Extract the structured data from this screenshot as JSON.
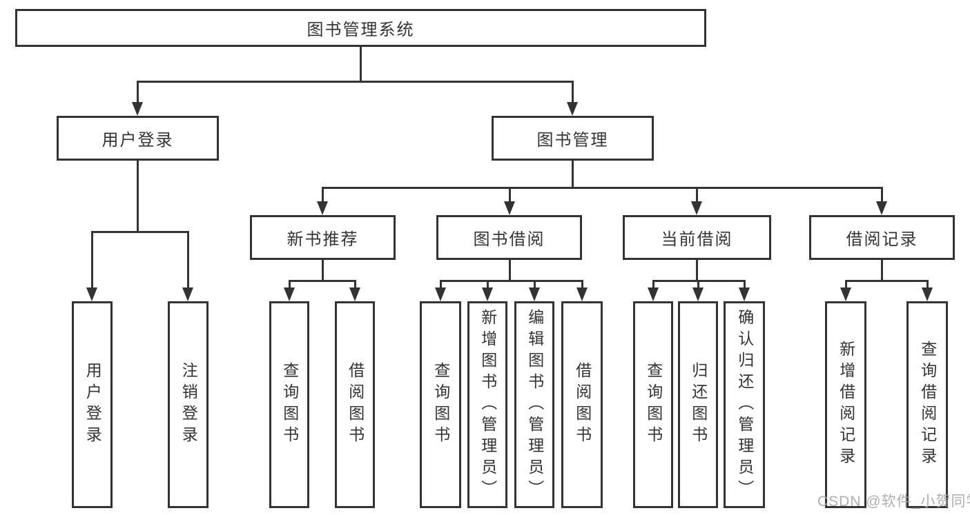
{
  "tree": {
    "label": "图书管理系统",
    "children": [
      {
        "label": "用户登录",
        "children": [
          {
            "label": "用户登录"
          },
          {
            "label": "注销登录"
          }
        ]
      },
      {
        "label": "图书管理",
        "children": [
          {
            "label": "新书推荐",
            "children": [
              {
                "label": "查询图书"
              },
              {
                "label": "借阅图书"
              }
            ]
          },
          {
            "label": "图书借阅",
            "children": [
              {
                "label": "查询图书"
              },
              {
                "label": "新增图书（管理员）"
              },
              {
                "label": "编辑图书（管理员）"
              },
              {
                "label": "借阅图书"
              }
            ]
          },
          {
            "label": "当前借阅",
            "children": [
              {
                "label": "查询图书"
              },
              {
                "label": "归还图书"
              },
              {
                "label": "确认归还（管理员）"
              }
            ]
          },
          {
            "label": "借阅记录",
            "children": [
              {
                "label": "新增借阅记录"
              },
              {
                "label": "查询借阅记录"
              }
            ]
          }
        ]
      }
    ]
  },
  "watermark": {
    "text": "CSDN @软件_小贺同学"
  },
  "colors": {
    "line": "#333333",
    "text": "#333333",
    "watermark": "#a8a8a8",
    "background": "#ffffff"
  }
}
